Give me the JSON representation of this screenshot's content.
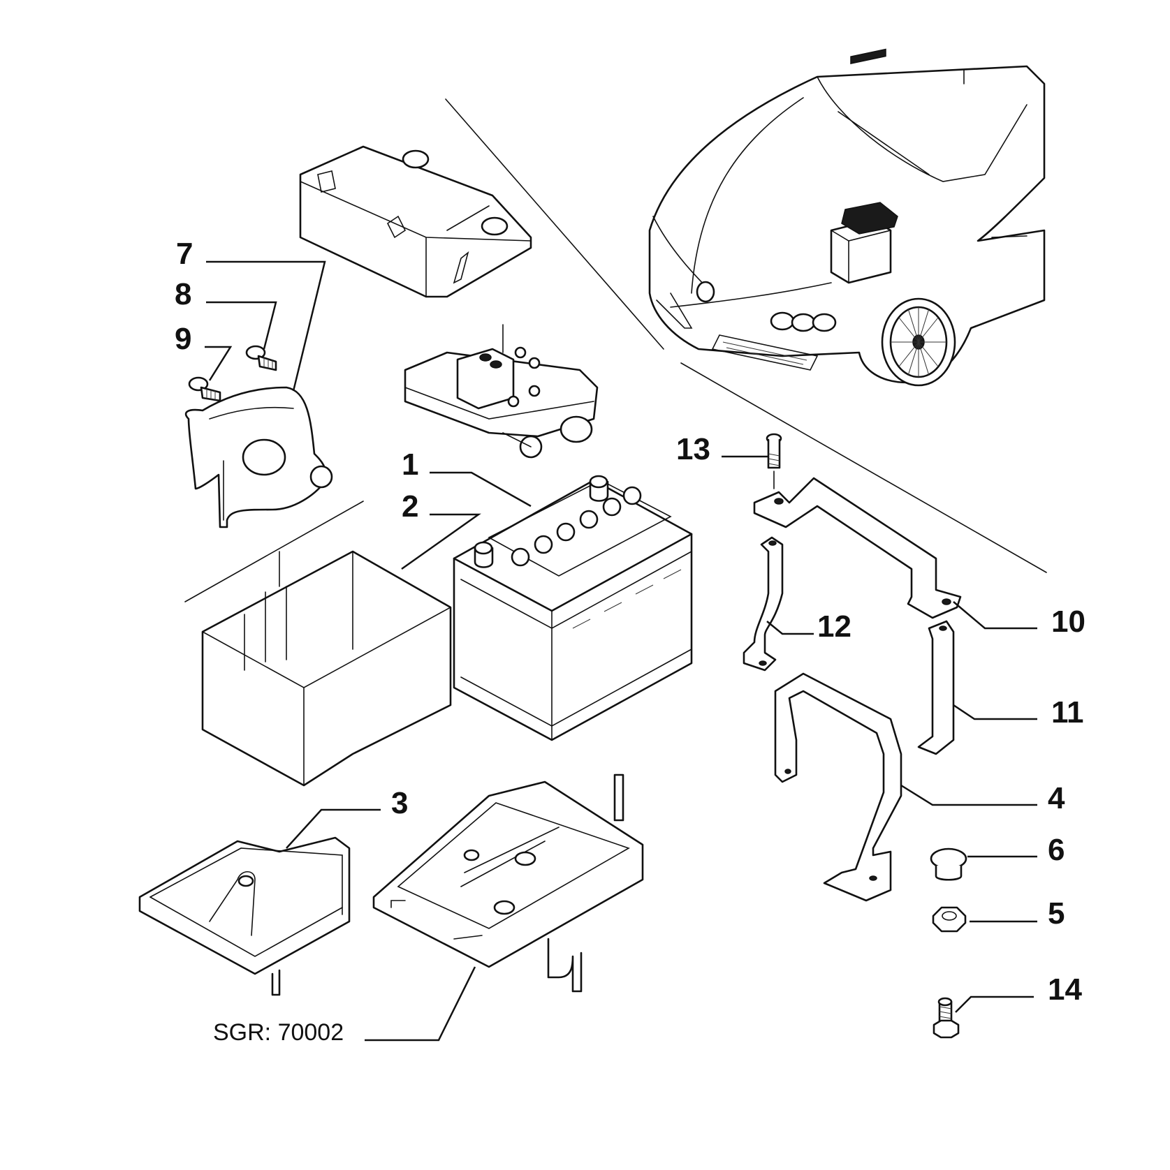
{
  "callouts": {
    "c1": "1",
    "c2": "2",
    "c3": "3",
    "c4": "4",
    "c5": "5",
    "c6": "6",
    "c7": "7",
    "c8": "8",
    "c9": "9",
    "c10": "10",
    "c11": "11",
    "c12": "12",
    "c13": "13",
    "c14": "14"
  },
  "reference": "SGR: 70002"
}
